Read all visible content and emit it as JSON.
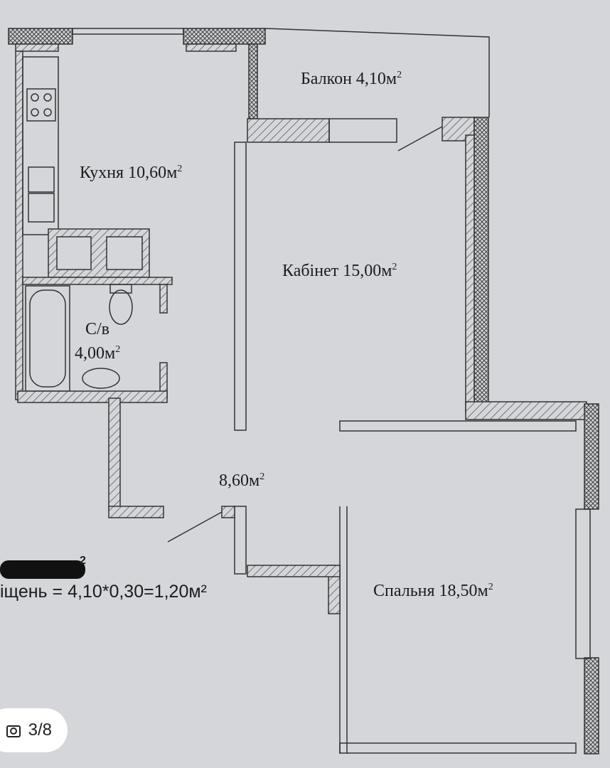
{
  "rooms": {
    "balcony": "Балкон 4,10м",
    "kitchen": "Кухня 10,60м",
    "study": "Кабінет 15,00м",
    "bathroom_name": "С/в",
    "bathroom_area": "4,00м",
    "hall": "8,60м",
    "bedroom": "Спальня 18,50м"
  },
  "sup": "2",
  "formula": "іщень = 4,10*0,30=1,20м²",
  "viewer": {
    "counter": "3/8",
    "icon": "gallery-icon"
  }
}
